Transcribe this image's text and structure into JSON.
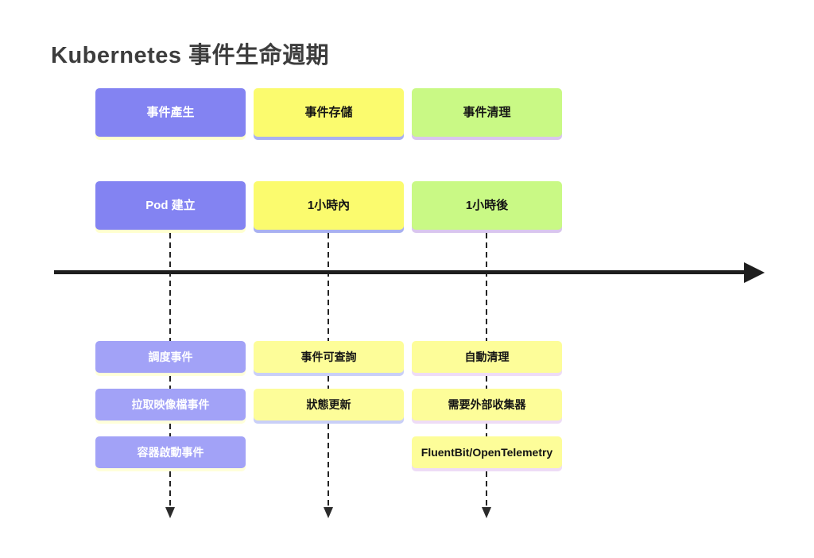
{
  "title": "Kubernetes 事件生命週期",
  "columns": [
    {
      "id": "event-generation",
      "header": "事件產生",
      "timing": "Pod 建立",
      "items": [
        "調度事件",
        "拉取映像檔事件",
        "容器啟動事件"
      ]
    },
    {
      "id": "event-storage",
      "header": "事件存儲",
      "timing": "1小時內",
      "items": [
        "事件可查詢",
        "狀態更新"
      ]
    },
    {
      "id": "event-cleanup",
      "header": "事件清理",
      "timing": "1小時後",
      "items": [
        "自動清理",
        "需要外部收集器",
        "FluentBit/OpenTelemetry"
      ]
    }
  ],
  "colors": {
    "purple": "#8383f2",
    "yellow": "#fbfb6e",
    "green": "#c9f985",
    "light_purple": "#a2a2f7",
    "light_yellow": "#fdfd99",
    "purple_shadow": "#ffffd0",
    "yellow_shadow": "#a9b1f0",
    "green_shadow": "#d9c6ee",
    "axis_black": "#1e1e1e",
    "title_gray": "#3d3d3d"
  }
}
